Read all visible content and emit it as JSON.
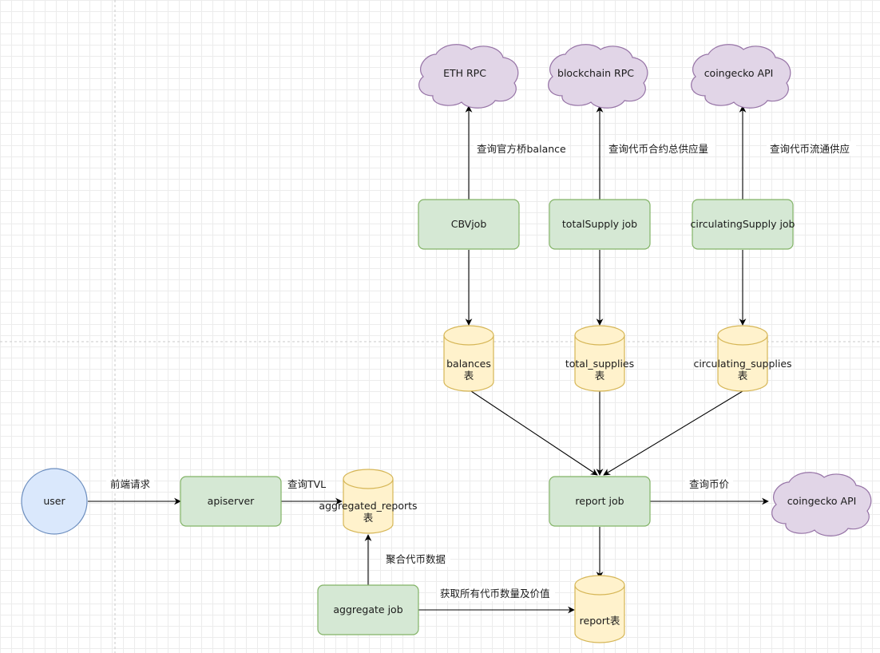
{
  "nodes": {
    "user": "user",
    "apiserver": "apiserver",
    "aggregated_reports": [
      "aggregated_reports",
      "表"
    ],
    "aggregate_job": "aggregate job",
    "report_table": "report表",
    "report_job": "report job",
    "coingecko_api_bottom": "coingecko API",
    "balances": [
      "balances",
      "表"
    ],
    "total_supplies": [
      "total_supplies",
      "表"
    ],
    "circulating_supplies": [
      "circulating_supplies",
      "表"
    ],
    "cbv_job": "CBVjob",
    "total_supply_job": "totalSupply job",
    "circulating_supply_job": "circulatingSupply job",
    "eth_rpc": "ETH RPC",
    "blockchain_rpc": "blockchain RPC",
    "coingecko_api_top": "coingecko API"
  },
  "edge_labels": {
    "user_to_api": "前端请求",
    "api_to_agg": "查询TVL",
    "aggjob_to_agg": "聚合代币数据",
    "aggjob_to_report": "获取所有代币数量及价值",
    "report_to_coingecko": "查询币价",
    "cbv_to_eth": "查询官方桥balance",
    "total_to_blockchain": "查询代币合约总供应量",
    "circ_to_coingecko": "查询代币流通供应"
  }
}
